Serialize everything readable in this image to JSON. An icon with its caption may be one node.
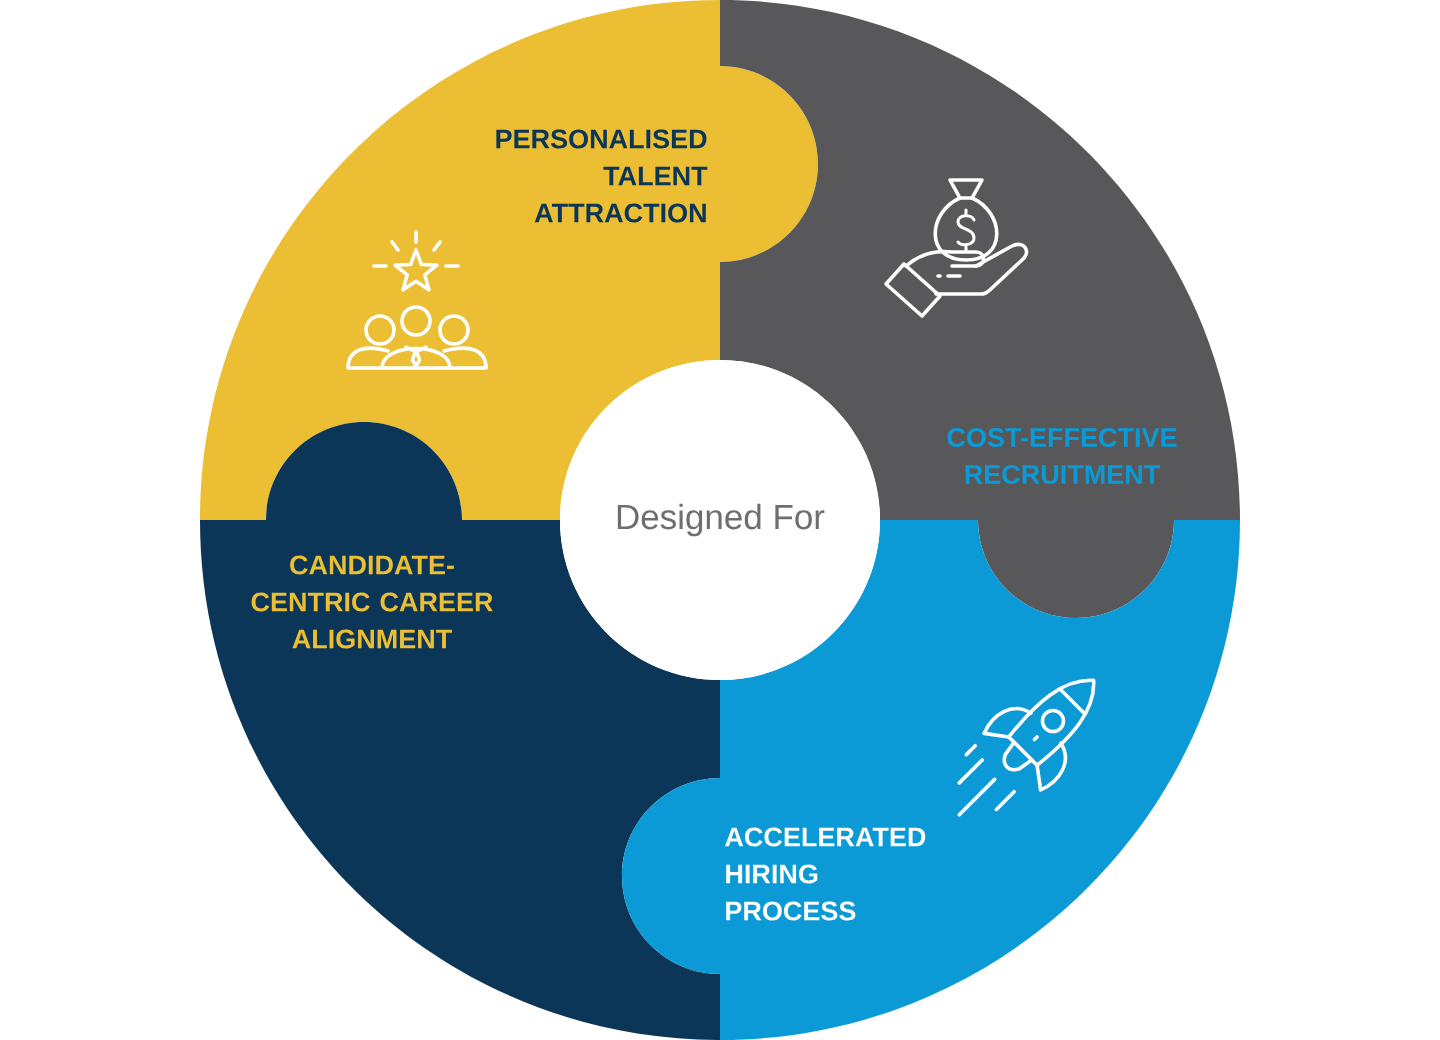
{
  "diagram": {
    "nodes": [
      {
        "text": [
          "PERSONALISED TALENT ATTRACTION"
        ]
      },
      {
        "text": [
          "COST-EFFECTIVE RECRUITMENT"
        ]
      },
      {
        "text": [
          "Designed For"
        ]
      },
      {
        "text": [
          "CANDIDATE-CENTRIC CAREER ALIGNMENT"
        ]
      },
      {
        "text": [
          "ACCELERATED HIRING PROCESS"
        ]
      }
    ]
  }
}
